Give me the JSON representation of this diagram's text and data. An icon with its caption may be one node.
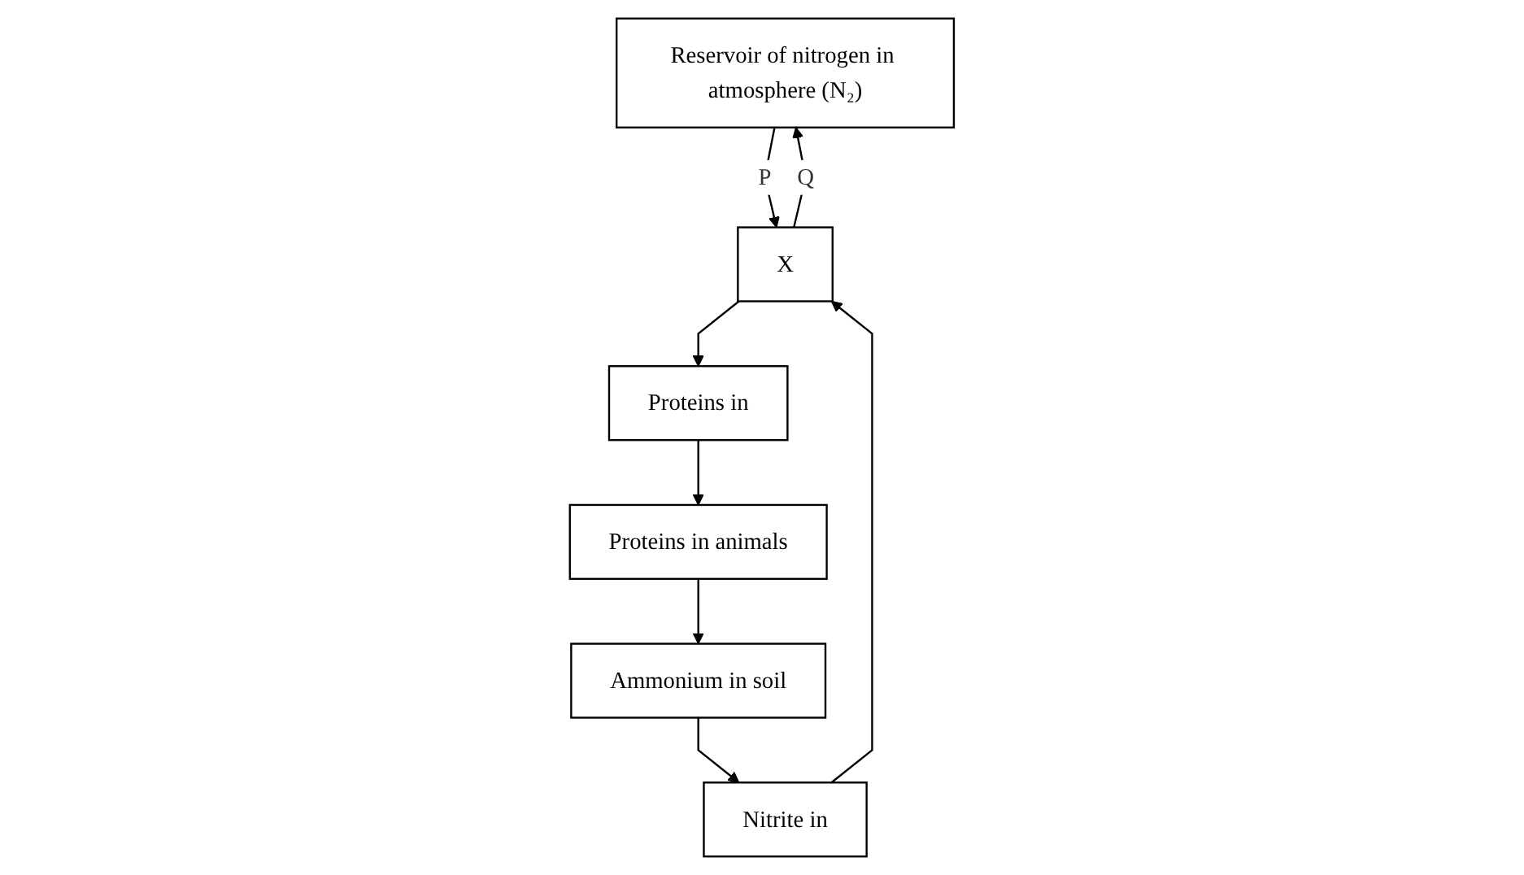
{
  "diagram": {
    "nodes": [
      {
        "text": [
          "Reservoir of nitrogen in atmosphere (N₂)"
        ]
      },
      {
        "text": [
          "Proteins in"
        ]
      },
      {
        "text": [
          "X"
        ]
      },
      {
        "text": [
          "Nitrite in"
        ]
      },
      {
        "text": [
          "Proteins in animals"
        ]
      },
      {
        "text": [
          "Ammonium in soil"
        ]
      }
    ],
    "edges": [
      {
        "from": 0,
        "to": 2,
        "arrow": "to",
        "label": "P"
      },
      {
        "from": 2,
        "to": 0,
        "arrow": "to",
        "label": "Q"
      },
      {
        "from": 2,
        "to": 1,
        "arrow": "to"
      },
      {
        "from": 3,
        "to": 2,
        "arrow": "to"
      },
      {
        "from": 1,
        "to": 4,
        "arrow": "to"
      },
      {
        "from": 4,
        "to": 5,
        "arrow": "to"
      },
      {
        "from": 5,
        "to": 3,
        "arrow": "to"
      }
    ]
  }
}
